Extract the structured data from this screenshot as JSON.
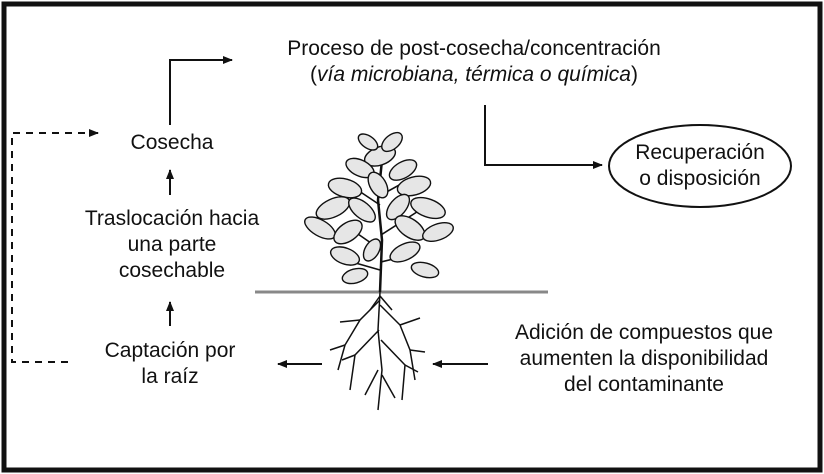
{
  "process": {
    "line1": "Proceso de post-cosecha/concentración",
    "open_paren": "(",
    "line2_italic": "vía microbiana, térmica o química",
    "close_paren": ")"
  },
  "harvest": "Cosecha",
  "translocation": {
    "line1": "Traslocación hacia",
    "line2": "una parte",
    "line3": "cosechable"
  },
  "uptake": {
    "line1": "Captación por",
    "line2": "la raíz"
  },
  "recovery": {
    "line1": "Recuperación",
    "line2": "o disposición"
  },
  "amendment": {
    "line1": "Adición de compuestos que",
    "line2": "aumenten la disponibilidad",
    "line3": "del contaminante"
  },
  "colors": {
    "line": "#111111",
    "ground": "#888888",
    "background": "#ffffff"
  }
}
